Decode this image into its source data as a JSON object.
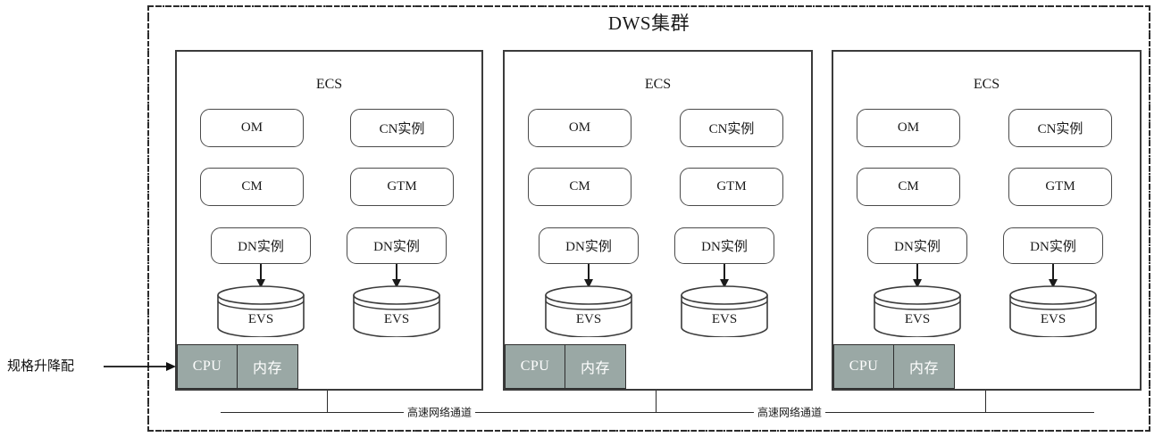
{
  "cluster": {
    "title": "DWS集群",
    "border_color": "#2b2b2b"
  },
  "annotation": {
    "label": "规格升降配",
    "arrow_icon": "arrow-right-icon"
  },
  "ecs_nodes": [
    {
      "title": "ECS",
      "left_column": [
        "OM",
        "CM"
      ],
      "right_column": [
        "CN实例",
        "GTM"
      ],
      "dn_instances": [
        "DN实例",
        "DN实例"
      ],
      "storage": [
        "EVS",
        "EVS"
      ],
      "hardware": [
        "CPU",
        "内存"
      ]
    },
    {
      "title": "ECS",
      "left_column": [
        "OM",
        "CM"
      ],
      "right_column": [
        "CN实例",
        "GTM"
      ],
      "dn_instances": [
        "DN实例",
        "DN实例"
      ],
      "storage": [
        "EVS",
        "EVS"
      ],
      "hardware": [
        "CPU",
        "内存"
      ]
    },
    {
      "title": "ECS",
      "left_column": [
        "OM",
        "CM"
      ],
      "right_column": [
        "CN实例",
        "GTM"
      ],
      "dn_instances": [
        "DN实例",
        "DN实例"
      ],
      "storage": [
        "EVS",
        "EVS"
      ],
      "hardware": [
        "CPU",
        "内存"
      ]
    }
  ],
  "network_bus": {
    "labels": [
      "高速网络通道",
      "高速网络通道"
    ]
  },
  "colors": {
    "hardware_fill": "#9aa8a5",
    "hardware_text": "#ffffff",
    "box_border": "#4a4a4a",
    "container_border": "#3b3b3b",
    "line": "#2b2b2b"
  }
}
